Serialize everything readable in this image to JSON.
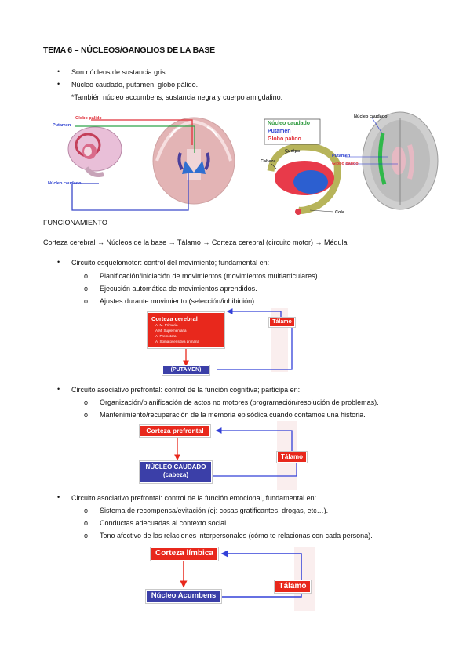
{
  "title": "TEMA 6 – NÚCLEOS/GANGLIOS DE LA BASE",
  "intro": {
    "bullet1": "Son núcleos de sustancia gris.",
    "bullet2": "Núcleo caudado, putamen, globo pálido.",
    "bullet2_note": "*También núcleo accumbens, sustancia negra y cuerpo amigdalino."
  },
  "figure": {
    "left_labels": {
      "globo": "Globo pálido",
      "putamen": "Putamen",
      "caudado": "Núcleo caudado"
    },
    "right_legend": {
      "caudado": "Núcleo caudado",
      "putamen": "Putamen",
      "globo": "Globo pálido"
    },
    "right_labels": {
      "cuerpo": "Cuerpo",
      "cabeza": "Cabeza",
      "cola": "Cola",
      "nucleo_caudado": "Núcleo caudado",
      "putamen": "Putamen",
      "globo": "Globo pálido"
    }
  },
  "section_heading": "FUNCIONAMIENTO",
  "pathway": "Corteza cerebral → Núcleos de la base → Tálamo → Corteza cerebral (circuito motor) → Médula",
  "circuit1": {
    "bullet": "Circuito esquelomotor: control del movimiento; fundamental en:",
    "items": [
      "Planificación/iniciación de movimientos (movimientos multiarticulares).",
      "Ejecución automática de movimientos aprendidos.",
      "Ajustes durante movimiento (selección/inhibición)."
    ],
    "diagram": {
      "cortex_title": "Corteza cerebral",
      "cortex_items": [
        "A. M. Primaria",
        "A.M. Suplementaria",
        "A. Premotora",
        "A. Somatosensitiva primaria"
      ],
      "thalamus": "Tálamo",
      "nucleus": "(PUTAMEN)"
    }
  },
  "circuit2": {
    "bullet": "Circuito asociativo prefrontal: control de la función cognitiva; participa en:",
    "items": [
      "Organización/planificación de actos no motores (programación/resolución de problemas).",
      "Mantenimiento/recuperación de la memoria episódica cuando contamos una historia."
    ],
    "diagram": {
      "cortex": "Corteza prefrontal",
      "thalamus": "Tálamo",
      "nucleus_line1": "NÚCLEO CAUDADO",
      "nucleus_line2": "(cabeza)"
    }
  },
  "circuit3": {
    "bullet": "Circuito asociativo prefrontal: control de la función emocional, fundamental en:",
    "items": [
      "Sistema de recompensa/evitación (ej: cosas gratificantes, drogas, etc…).",
      "Conductas adecuadas al contexto social.",
      "Tono afectivo de las relaciones interpersonales (cómo te relacionas con cada persona)."
    ],
    "diagram": {
      "cortex": "Corteza límbica",
      "thalamus": "Tálamo",
      "nucleus": "Núcleo Acumbens"
    }
  },
  "colors": {
    "red": "#e8281c",
    "blue": "#3b3fa8",
    "arrow_blue": "#3340d8",
    "arrow_red": "#e8281c"
  }
}
